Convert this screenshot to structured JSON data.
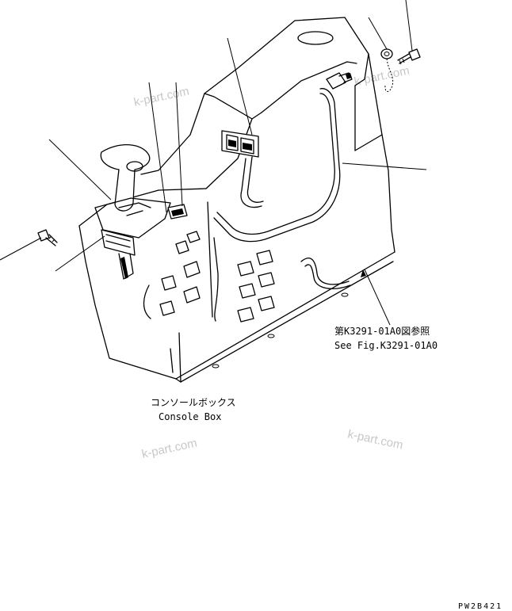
{
  "labels": {
    "console_box_jp": "コンソールボックス",
    "console_box_en": "Console Box",
    "reference_jp": "第K3291-01A0図参照",
    "reference_en": "See Fig.K3291-01A0"
  },
  "watermarks": [
    "k-part.com",
    "k-part.com",
    "k-part.com",
    "k-part.com"
  ],
  "drawing_code": "PW2B421"
}
